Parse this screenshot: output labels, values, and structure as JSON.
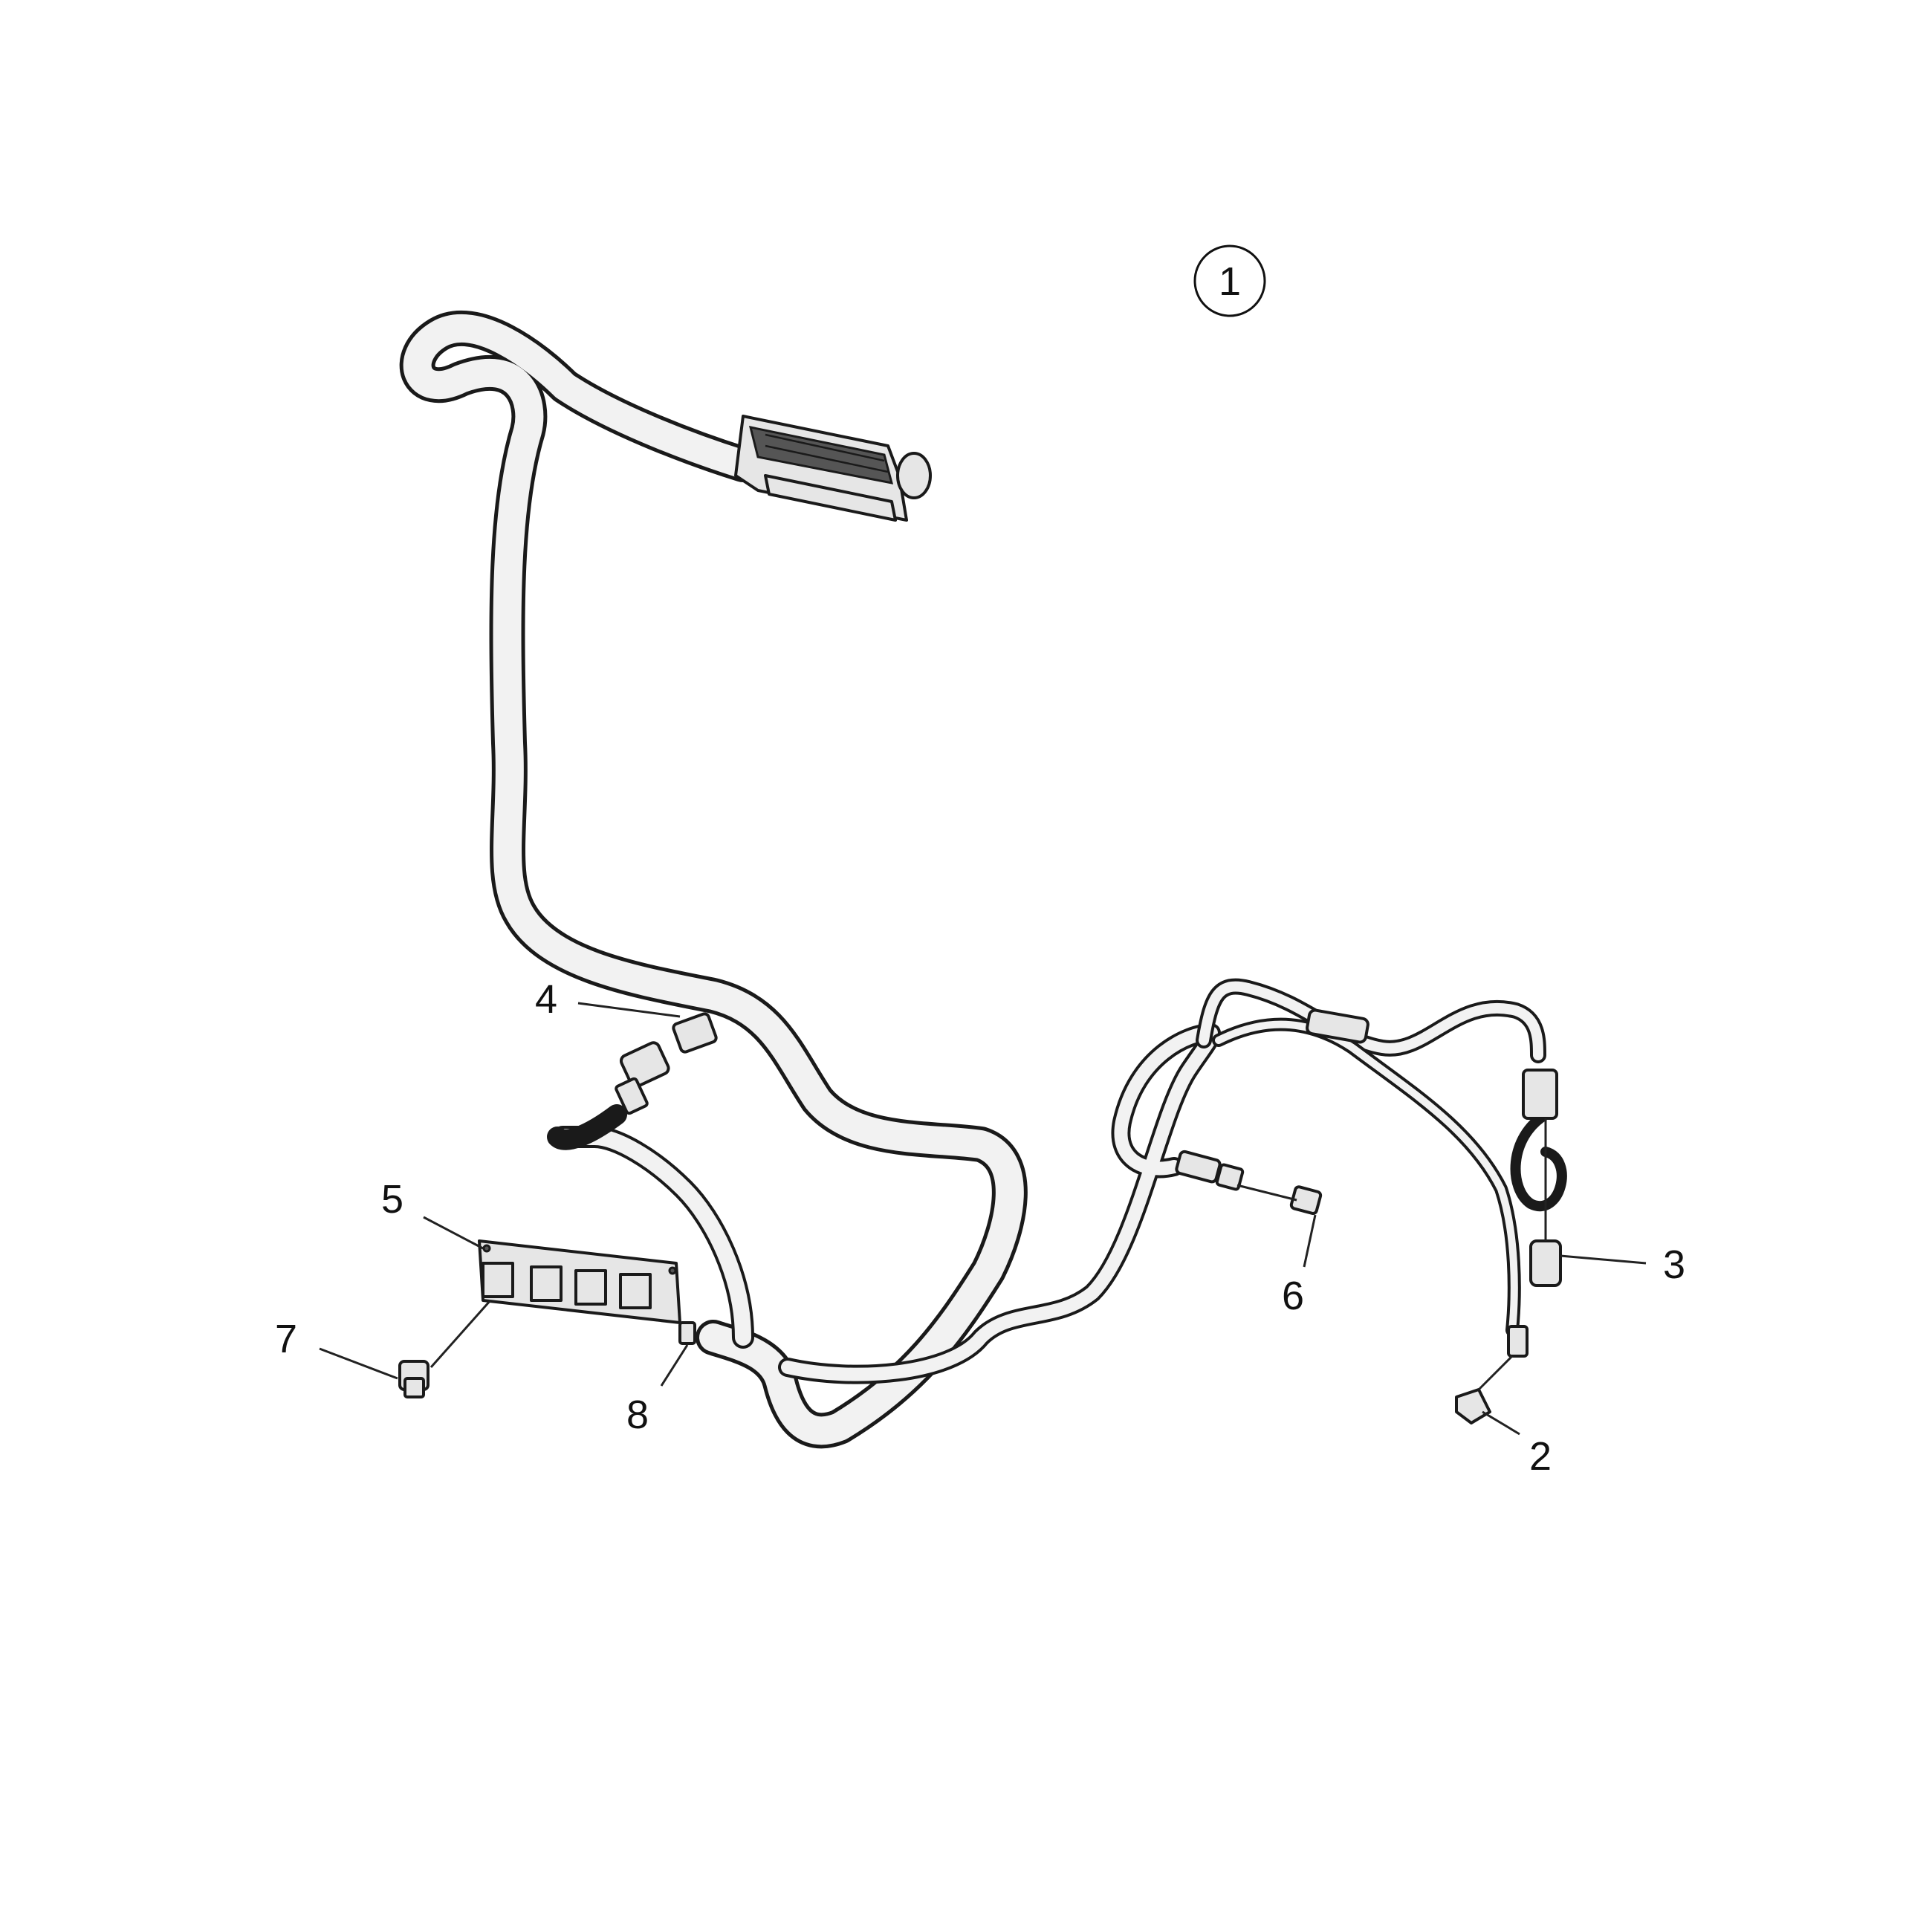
{
  "diagram": {
    "assembly_number": "1",
    "callouts": [
      {
        "id": "callout-2",
        "label": "2"
      },
      {
        "id": "callout-3",
        "label": "3"
      },
      {
        "id": "callout-4",
        "label": "4"
      },
      {
        "id": "callout-5",
        "label": "5"
      },
      {
        "id": "callout-6",
        "label": "6"
      },
      {
        "id": "callout-7",
        "label": "7"
      },
      {
        "id": "callout-8",
        "label": "8"
      }
    ]
  }
}
